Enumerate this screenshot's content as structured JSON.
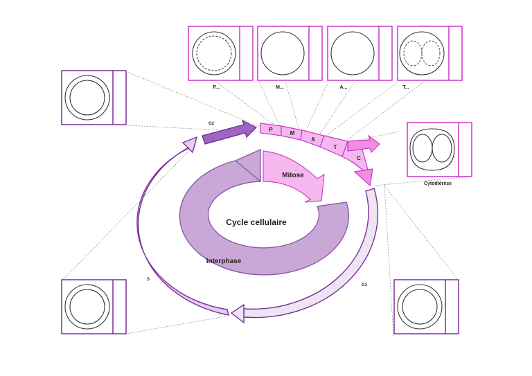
{
  "diagram": {
    "title": "Cycle cellulaire",
    "interphase": "Interphase",
    "mitose": "Mitose",
    "phases": {
      "g1": "G1",
      "s": "S",
      "g2": "G2"
    },
    "mitosis_segments": {
      "p": "P",
      "m": "M",
      "a": "A",
      "t": "T",
      "c": "C"
    },
    "stage_boxes": {
      "prophase": "P...",
      "metaphase": "M...",
      "anaphase": "A...",
      "telophase": "T...",
      "cytodierese": "Cytodiérèse"
    }
  },
  "colors": {
    "magenta": "#cc33cc",
    "pink_light": "#f5b8ee",
    "pink_mid": "#ef8fe3",
    "violet_dark": "#7b2f9a",
    "violet_fill": "#c9a8d8",
    "violet_mid": "#9b65c1",
    "violet_light": "#e6dcef"
  }
}
